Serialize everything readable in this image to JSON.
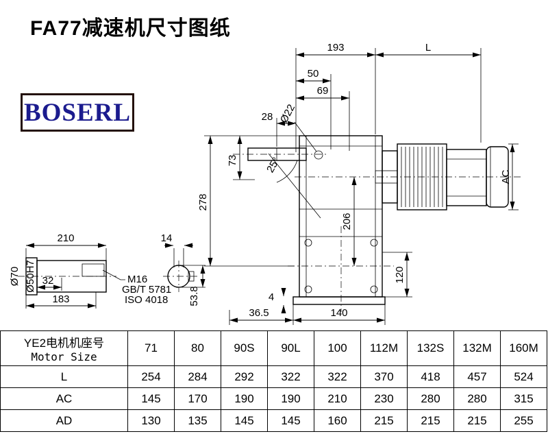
{
  "title": "FA77减速机尺寸图纸",
  "logo": "BOSERL",
  "drawing": {
    "dims": {
      "w193": "193",
      "L": "L",
      "w50": "50",
      "w69": "69",
      "dia22": "Ø22",
      "w28": "28",
      "h73": "73",
      "ang25": "25°",
      "h278": "278",
      "h206": "206",
      "AC": "AC",
      "h120": "120",
      "t4": "4",
      "w36_5": "36.5",
      "w140": "140",
      "w210": "210",
      "w14": "14",
      "dia70": "Ø70",
      "dia50": "Ø50H7",
      "w32": "32",
      "w183": "183",
      "thread": "M16",
      "std1": "GB/T 5781",
      "std2": "ISO 4018",
      "h53_8": "53.8"
    }
  },
  "table": {
    "corner_line1": "YE2电机机座号",
    "corner_line2": "Motor Size",
    "columns": [
      "71",
      "80",
      "90S",
      "90L",
      "100",
      "112M",
      "132S",
      "132M",
      "160M"
    ],
    "row_labels": [
      "L",
      "AC",
      "AD"
    ],
    "rows": {
      "L": [
        "254",
        "284",
        "292",
        "322",
        "322",
        "370",
        "418",
        "457",
        "524"
      ],
      "AC": [
        "145",
        "170",
        "190",
        "190",
        "210",
        "230",
        "280",
        "280",
        "315"
      ],
      "AD": [
        "130",
        "135",
        "145",
        "145",
        "160",
        "215",
        "215",
        "215",
        "255"
      ]
    }
  }
}
